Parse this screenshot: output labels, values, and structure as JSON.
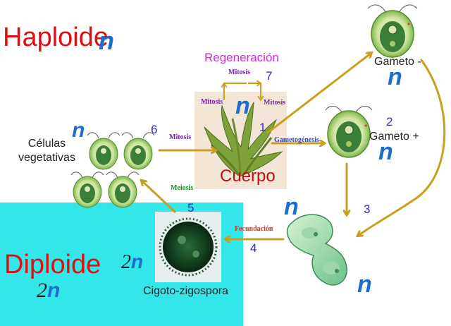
{
  "zones": {
    "haploid_label": "Haploide",
    "diploid_label": "Diploide",
    "haploid_color": "#e01010",
    "diploid_color": "#e01010",
    "diploid_bg": "#33e6ea"
  },
  "symbols": {
    "n": "n",
    "two": "2"
  },
  "stages": {
    "body": "Cuerpo",
    "gamete_minus": "Gameto -",
    "gamete_plus": "Gameto +",
    "vegetative": "Células\nvegetativas",
    "zygote": "Cigoto-zigospora",
    "regeneration": "Regeneración"
  },
  "processes": {
    "mitosis": "Mitosis",
    "gametogenesis": "Gametogénesis",
    "fertilization": "Fecundación",
    "meiosis": "Meiosis"
  },
  "step_numbers": [
    "1",
    "2",
    "3",
    "4",
    "5",
    "6",
    "7"
  ],
  "colors": {
    "arrow": "#c8a01e",
    "process_text": "#7a1fa8",
    "regeneration_text": "#d62ad6",
    "step_text": "#2a2ad6",
    "n_symbol": "#1a6fd1"
  }
}
